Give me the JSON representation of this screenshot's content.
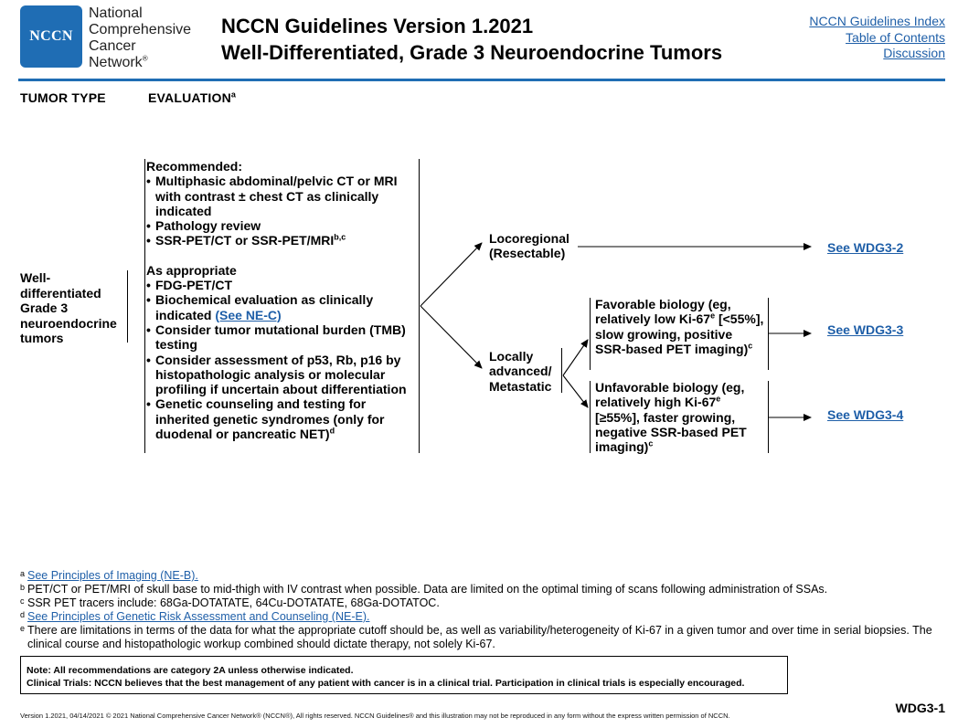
{
  "header": {
    "logo_text": "NCCN",
    "logo_words": [
      "National",
      "Comprehensive",
      "Cancer",
      "Network"
    ],
    "logo_reg": "®",
    "title_line1": "NCCN Guidelines Version 1.2021",
    "title_line2": "Well-Differentiated, Grade 3 Neuroendocrine Tumors",
    "links": [
      "NCCN Guidelines Index",
      "Table of Contents",
      "Discussion"
    ]
  },
  "columns": {
    "tumor_type": "TUMOR TYPE",
    "evaluation": "EVALUATION",
    "evaluation_sup": "a"
  },
  "tumor": [
    "Well-",
    "differentiated",
    "Grade 3",
    "neuroendocrine",
    "tumors"
  ],
  "evaluation": {
    "recommended_label": "Recommended:",
    "recommended": [
      "Multiphasic abdominal/pelvic CT or MRI with contrast ± chest CT as clinically indicated",
      "Pathology review"
    ],
    "ssr_item": "SSR-PET/CT or SSR-PET/MRI",
    "ssr_sup": "b,c",
    "appropriate_label": "As appropriate",
    "fdg_item": "FDG-PET/CT",
    "biochem_item": "Biochemical evaluation as clinically indicated",
    "biochem_link": "(See NE-C)",
    "appropriate": [
      "Consider tumor mutational burden (TMB) testing",
      "Consider assessment of p53, Rb, p16 by histopathologic analysis or molecular profiling if uncertain about differentiation"
    ],
    "genetic_item": "Genetic counseling and testing for inherited genetic syndromes (only for duodenal or pancreatic NET)",
    "genetic_sup": "d"
  },
  "branches": {
    "locoregional": [
      "Locoregional",
      "(Resectable)"
    ],
    "locoregional_ref": "See WDG3-2",
    "advanced": [
      "Locally",
      "advanced/",
      "Metastatic"
    ],
    "favorable_a": "Favorable biology (eg, relatively low Ki-67",
    "favorable_sup": "e",
    "favorable_b": "[<55%], slow growing, positive SSR-based PET imaging)",
    "favorable_sup2": "c",
    "favorable_ref": "See WDG3-3",
    "unfavorable_a": "Unfavorable biology (eg, relatively high Ki-67",
    "unfavorable_sup": "e",
    "unfavorable_b": "[≥55%], faster growing, negative SSR-based PET imaging)",
    "unfavorable_sup2": "c",
    "unfavorable_ref": "See WDG3-4"
  },
  "footnotes": [
    {
      "mark": "a",
      "text": "See Principles of Imaging (NE-B).",
      "link": true
    },
    {
      "mark": "b",
      "text": "PET/CT or PET/MRI of skull base to mid-thigh with IV contrast when possible. Data are limited on the optimal timing of scans following administration of SSAs.",
      "link": false
    },
    {
      "mark": "c",
      "text": "SSR PET tracers include: 68Ga-DOTATATE, 64Cu-DOTATATE, 68Ga-DOTATOC.",
      "link": false
    },
    {
      "mark": "d",
      "text": "See Principles of Genetic Risk Assessment and Counseling (NE-E).",
      "link": true
    },
    {
      "mark": "e",
      "text": "There are limitations in terms of the data for what the appropriate cutoff should be, as well as variability/heterogeneity of Ki-67 in a given tumor and over time in serial biopsies. The clinical course and histopathologic workup combined should dictate therapy, not solely Ki-67.",
      "link": false
    }
  ],
  "note": {
    "line1": "Note: All recommendations are category 2A unless otherwise indicated.",
    "line2": "Clinical Trials: NCCN believes that the best management of any patient with cancer is in a clinical trial. Participation in clinical trials is especially encouraged."
  },
  "footer": {
    "version": "Version 1.2021, 04/14/2021 © 2021 National Comprehensive Cancer Network® (NCCN®), All rights reserved. NCCN Guidelines® and this illustration may not be reproduced in any form without the express written permission of NCCN.",
    "page_id": "WDG3-1"
  }
}
